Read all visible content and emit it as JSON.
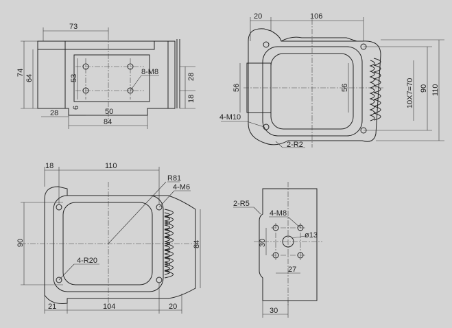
{
  "views": {
    "front": {
      "dims": {
        "top": "73",
        "height_outer": "74",
        "height_inner": "64",
        "hole_v": "53",
        "right1": "28",
        "right2": "18",
        "bottom_left": "28",
        "small": "6",
        "hole_h": "50",
        "bottom": "84"
      },
      "callout": "8-M8"
    },
    "top_right": {
      "dims": {
        "left_top": "20",
        "top": "106",
        "left_mid": "56",
        "mid": "56",
        "fins": "10X7=70",
        "r90": "90",
        "r110": "110"
      },
      "callouts": [
        "4-M10",
        "2-R2"
      ]
    },
    "bottom_left": {
      "dims": {
        "left_top": "18",
        "top": "110",
        "left": "90",
        "right": "84",
        "bottom_left": "21",
        "bottom": "104",
        "bottom_right": "20"
      },
      "callouts": [
        "R81",
        "4-M6",
        "4-R20"
      ]
    },
    "side": {
      "dims": {
        "v30": "30",
        "h27": "27",
        "bottom30": "30"
      },
      "callouts": [
        "2-R5",
        "4-M8",
        "ø13"
      ]
    }
  }
}
